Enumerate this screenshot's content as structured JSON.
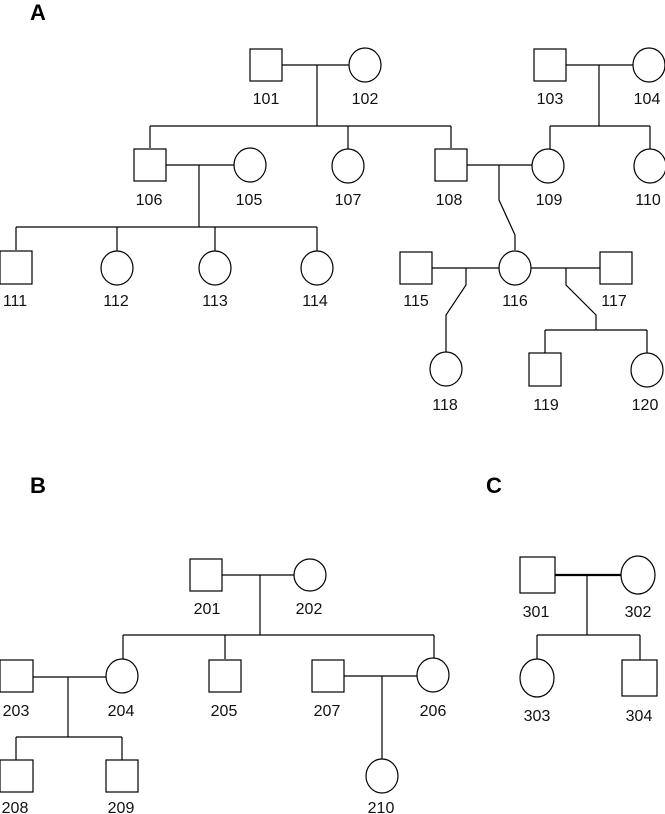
{
  "panels": [
    {
      "label": "A",
      "individuals": [
        {
          "id": "101",
          "sex": "male"
        },
        {
          "id": "102",
          "sex": "female"
        },
        {
          "id": "103",
          "sex": "male"
        },
        {
          "id": "104",
          "sex": "female"
        },
        {
          "id": "105",
          "sex": "female"
        },
        {
          "id": "106",
          "sex": "male"
        },
        {
          "id": "107",
          "sex": "female"
        },
        {
          "id": "108",
          "sex": "male"
        },
        {
          "id": "109",
          "sex": "female"
        },
        {
          "id": "110",
          "sex": "female"
        },
        {
          "id": "111",
          "sex": "male"
        },
        {
          "id": "112",
          "sex": "female"
        },
        {
          "id": "113",
          "sex": "female"
        },
        {
          "id": "114",
          "sex": "female"
        },
        {
          "id": "115",
          "sex": "male"
        },
        {
          "id": "116",
          "sex": "female"
        },
        {
          "id": "117",
          "sex": "male"
        },
        {
          "id": "118",
          "sex": "female"
        },
        {
          "id": "119",
          "sex": "male"
        },
        {
          "id": "120",
          "sex": "female"
        }
      ],
      "unions": [
        {
          "partners": [
            "101",
            "102"
          ],
          "children": [
            "106",
            "107",
            "108"
          ]
        },
        {
          "partners": [
            "103",
            "104"
          ],
          "children": [
            "109",
            "110"
          ]
        },
        {
          "partners": [
            "106",
            "105"
          ],
          "children": [
            "111",
            "112",
            "113",
            "114"
          ]
        },
        {
          "partners": [
            "108",
            "109"
          ],
          "children": [
            "116"
          ]
        },
        {
          "partners": [
            "115",
            "116"
          ],
          "children": [
            "118"
          ]
        },
        {
          "partners": [
            "116",
            "117"
          ],
          "children": [
            "119",
            "120"
          ]
        }
      ]
    },
    {
      "label": "B",
      "individuals": [
        {
          "id": "201",
          "sex": "male"
        },
        {
          "id": "202",
          "sex": "female"
        },
        {
          "id": "203",
          "sex": "male"
        },
        {
          "id": "204",
          "sex": "female"
        },
        {
          "id": "205",
          "sex": "male"
        },
        {
          "id": "206",
          "sex": "female"
        },
        {
          "id": "207",
          "sex": "male"
        },
        {
          "id": "208",
          "sex": "male"
        },
        {
          "id": "209",
          "sex": "male"
        },
        {
          "id": "210",
          "sex": "female"
        }
      ],
      "unions": [
        {
          "partners": [
            "201",
            "202"
          ],
          "children": [
            "204",
            "205",
            "206"
          ]
        },
        {
          "partners": [
            "203",
            "204"
          ],
          "children": [
            "208",
            "209"
          ]
        },
        {
          "partners": [
            "207",
            "206"
          ],
          "children": [
            "210"
          ]
        }
      ]
    },
    {
      "label": "C",
      "individuals": [
        {
          "id": "301",
          "sex": "male"
        },
        {
          "id": "302",
          "sex": "female"
        },
        {
          "id": "303",
          "sex": "female"
        },
        {
          "id": "304",
          "sex": "male"
        }
      ],
      "unions": [
        {
          "partners": [
            "301",
            "302"
          ],
          "children": [
            "303",
            "304"
          ]
        }
      ]
    }
  ]
}
